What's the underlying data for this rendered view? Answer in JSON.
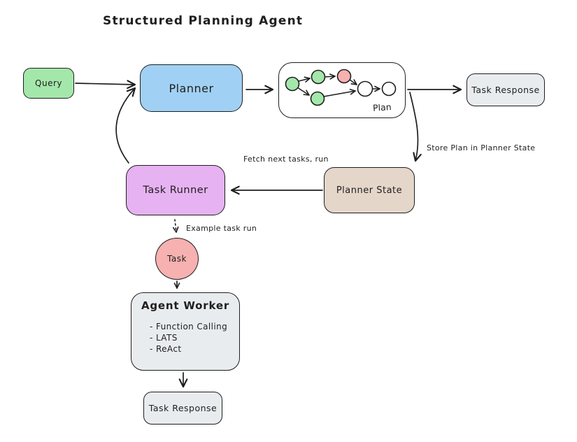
{
  "title": "Structured Planning Agent",
  "colors": {
    "green": "#a4e7ab",
    "blue": "#a0d1f4",
    "purple": "#e6b2f1",
    "tan": "#e5d6ca",
    "pink": "#f6b1b0",
    "gray": "#e9ecef",
    "white": "#ffffff",
    "stroke": "#1e1e1e"
  },
  "nodes": {
    "query": {
      "label": "Query"
    },
    "planner": {
      "label": "Planner"
    },
    "plan_container": {
      "label": "Plan"
    },
    "task_response_top": {
      "label": "Task Response"
    },
    "planner_state": {
      "label": "Planner State"
    },
    "task_runner": {
      "label": "Task Runner"
    },
    "task": {
      "label": "Task"
    },
    "agent_worker": {
      "title": "Agent Worker",
      "items": [
        "- Function Calling",
        "- LATS",
        "- ReAct"
      ]
    },
    "task_response_bottom": {
      "label": "Task Response"
    }
  },
  "edges": {
    "store_plan_label": "Store Plan in Planner State",
    "fetch_tasks_label": "Fetch next tasks, run",
    "example_run_label": "Example task run"
  },
  "plan_graph": {
    "label": "Plan",
    "nodes": [
      {
        "id": 1,
        "color": "green"
      },
      {
        "id": 2,
        "color": "green"
      },
      {
        "id": 3,
        "color": "red"
      },
      {
        "id": 4,
        "color": "green"
      },
      {
        "id": 5,
        "color": "white"
      },
      {
        "id": 6,
        "color": "white"
      }
    ],
    "edges": [
      [
        1,
        2
      ],
      [
        1,
        4
      ],
      [
        2,
        3
      ],
      [
        3,
        5
      ],
      [
        4,
        5
      ],
      [
        5,
        6
      ]
    ]
  }
}
